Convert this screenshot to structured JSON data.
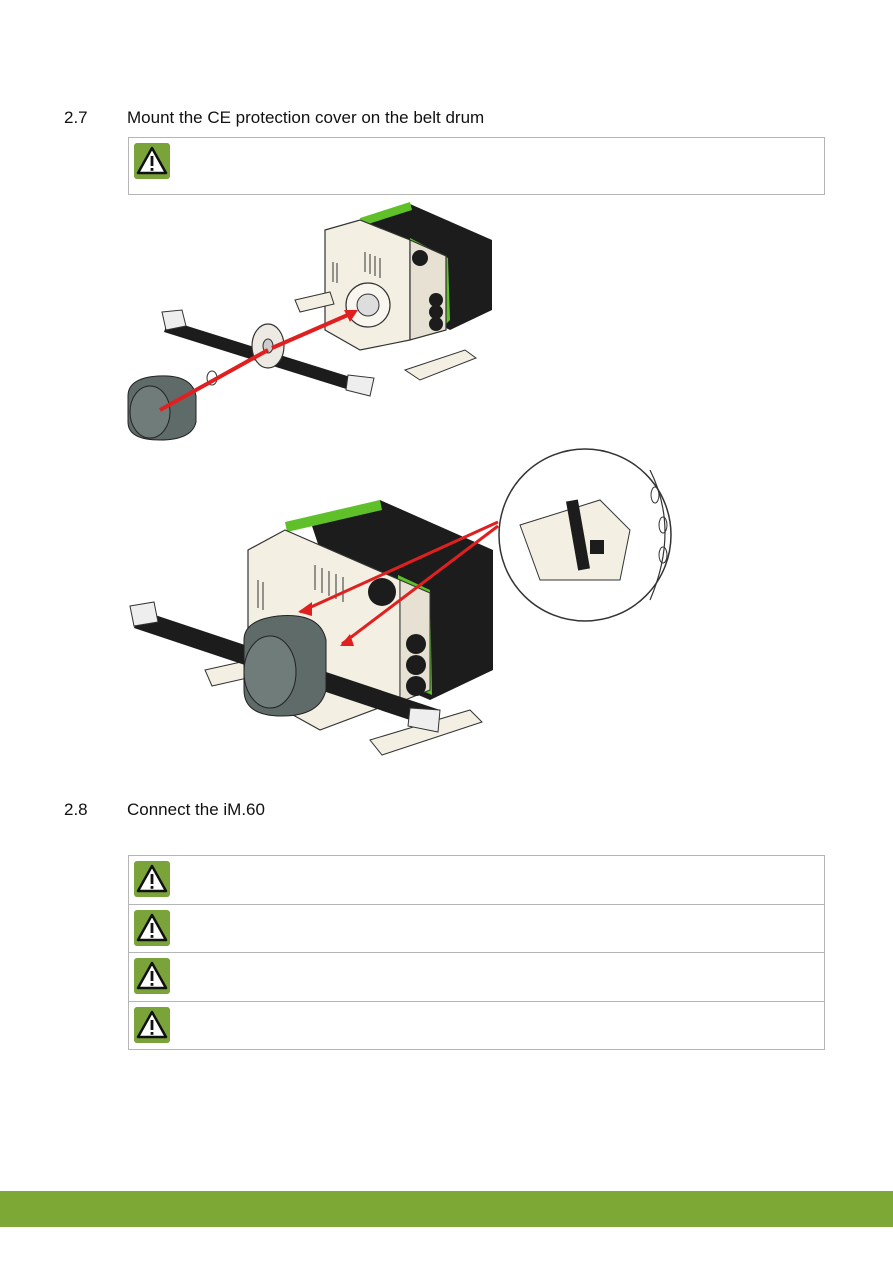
{
  "section_2_7": {
    "number": "2.7",
    "title": "Mount the CE protection cover on the belt drum"
  },
  "section_2_8": {
    "number": "2.8",
    "title": "Connect the iM.60"
  },
  "icons": {
    "warning": "warning-triangle-icon"
  },
  "colors": {
    "accent": "#7da836",
    "arrow": "#e02020",
    "cover": "#5e6b68",
    "housing": "#f3efe3",
    "motor": "#1c1c1c"
  }
}
